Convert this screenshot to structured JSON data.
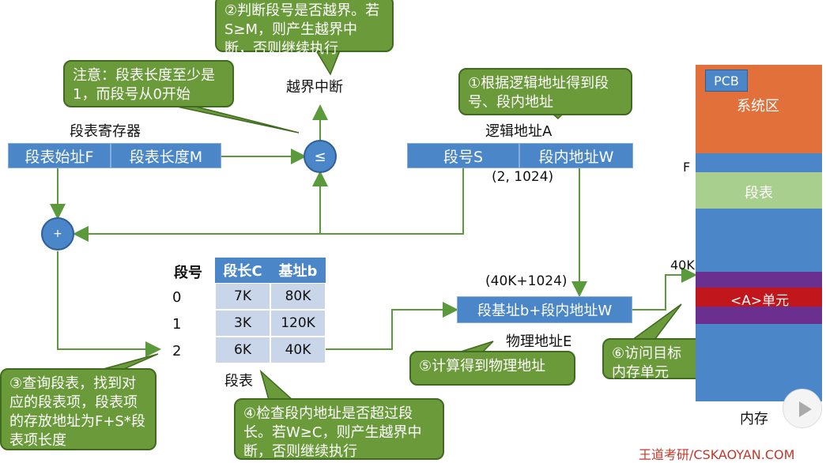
{
  "callouts": {
    "c1": "①根据逻辑地址得到段号、段内地址",
    "c2": "②判断段号是否越界。若S≥M，则产生越界中断，否则继续执行",
    "c3": "③查询段表，找到对应的段表项，段表项的存放地址为F+S*段表项长度",
    "c4": "④检查段内地址是否超过段长。若W≥C，则产生越界中断，否则继续执行",
    "c5": "⑤计算得到物理地址",
    "c6": "⑥访问目标内存单元",
    "note": "注意：段表长度至少是1，而段号从0开始"
  },
  "register": {
    "title": "段表寄存器",
    "start": "段表始址F",
    "length": "段表长度M"
  },
  "logical": {
    "title": "逻辑地址A",
    "seg": "段号S",
    "offset": "段内地址W",
    "value": "(2, 1024)"
  },
  "compare": {
    "symbol": "≤",
    "result": "越界中断"
  },
  "adder": {
    "symbol": "+"
  },
  "table": {
    "caption": "段表",
    "headers": [
      "段号",
      "段长C",
      "基址b"
    ],
    "rows": [
      {
        "no": "0",
        "len": "7K",
        "base": "80K"
      },
      {
        "no": "1",
        "len": "3K",
        "base": "120K"
      },
      {
        "no": "2",
        "len": "6K",
        "base": "40K"
      }
    ]
  },
  "physical": {
    "box": "段基址b+段内地址W",
    "value": "(40K+1024)",
    "title": "物理地址E"
  },
  "memory": {
    "pcb": "PCB",
    "system": "系统区",
    "segtable": "段表",
    "unit": "<A>单元",
    "label_f": "F",
    "label_40k": "40K",
    "caption": "内存"
  },
  "watermark": "王道考研/CSKAOYAN.COM",
  "colors": {
    "blue": "#4a86c8",
    "green": "#6a9a3a",
    "orange": "#e2703a",
    "purple": "#6b2f8f",
    "red": "#c0161c"
  }
}
